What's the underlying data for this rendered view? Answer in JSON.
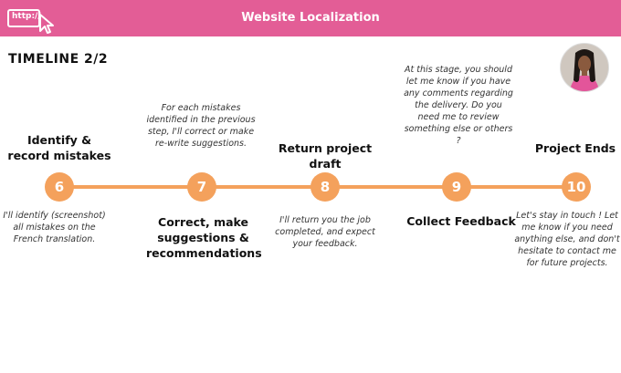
{
  "header": {
    "title": "Website Localization",
    "logo_text": "http://"
  },
  "page_title": "TIMELINE 2/2",
  "accent_color": "#f4a15c",
  "header_color": "#e35d96",
  "steps": [
    {
      "number": "6",
      "title": "Identify & record mistakes",
      "description": "I'll identify (screenshot) all mistakes on the French translation."
    },
    {
      "number": "7",
      "title": "Correct, make suggestions & recommendations",
      "description": "For each mistakes identified in the previous step, I'll correct or  make re-write suggestions."
    },
    {
      "number": "8",
      "title": "Return project draft",
      "description": "I'll return you the job completed, and expect your feedback."
    },
    {
      "number": "9",
      "title": "Collect Feedback",
      "description": "At this stage, you should let me know if you have any comments regarding the delivery. Do you need me to review something else or others ?"
    },
    {
      "number": "10",
      "title": "Project Ends",
      "description": "Let's stay in touch ! Let me know if you need anything else, and don't hesitate to contact me for future projects."
    }
  ]
}
